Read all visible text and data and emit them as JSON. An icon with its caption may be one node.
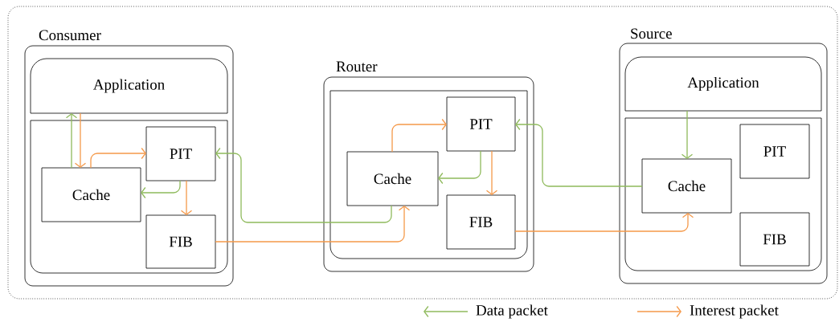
{
  "diagram": {
    "nodes": [
      {
        "text": [],
        "shape": "box"
      },
      {
        "text": [
          "Consumer"
        ],
        "in": 0
      },
      {
        "text": [
          "Application"
        ],
        "in": 1
      },
      {
        "text": [],
        "shape": "box",
        "in": 1
      },
      {
        "text": [
          "Cache"
        ],
        "in": 3
      },
      {
        "text": [
          "PIT"
        ],
        "in": 3
      },
      {
        "text": [
          "FIB"
        ],
        "in": 3
      },
      {
        "text": [
          "Router"
        ],
        "in": 0
      },
      {
        "text": [],
        "shape": "box",
        "in": 7
      },
      {
        "text": [
          "Cache"
        ],
        "in": 8
      },
      {
        "text": [
          "PIT"
        ],
        "in": 8
      },
      {
        "text": [
          "FIB"
        ],
        "in": 8
      },
      {
        "text": [
          "Source"
        ],
        "in": 0
      },
      {
        "text": [
          "Application"
        ],
        "in": 12
      },
      {
        "text": [],
        "shape": "box",
        "in": 12
      },
      {
        "text": [
          "Cache"
        ],
        "in": 14
      },
      {
        "text": [
          "PIT"
        ],
        "in": 14
      },
      {
        "text": [
          "FIB"
        ],
        "in": 14
      }
    ],
    "edges": [
      {
        "from": 4,
        "to": 2,
        "arrow": "to",
        "color": "#8fba5c"
      },
      {
        "from": 2,
        "to": 4,
        "arrow": "to",
        "color": "#f5994a"
      },
      {
        "from": 4,
        "to": 5,
        "arrow": "to",
        "color": "#f5994a"
      },
      {
        "from": 5,
        "to": 4,
        "arrow": "to",
        "color": "#8fba5c"
      },
      {
        "from": 5,
        "to": 6,
        "arrow": "to",
        "color": "#f5994a"
      },
      {
        "from": 9,
        "to": 5,
        "arrow": "to",
        "color": "#8fba5c"
      },
      {
        "from": 6,
        "to": 9,
        "arrow": "to",
        "color": "#f5994a"
      },
      {
        "from": 9,
        "to": 10,
        "arrow": "to",
        "color": "#f5994a"
      },
      {
        "from": 10,
        "to": 9,
        "arrow": "to",
        "color": "#8fba5c"
      },
      {
        "from": 10,
        "to": 11,
        "arrow": "to",
        "color": "#f5994a"
      },
      {
        "from": 15,
        "to": 10,
        "arrow": "to",
        "color": "#8fba5c"
      },
      {
        "from": 11,
        "to": 15,
        "arrow": "to",
        "color": "#f5994a"
      },
      {
        "from": 13,
        "to": 15,
        "arrow": "to",
        "color": "#8fba5c"
      }
    ],
    "legend": [
      {
        "text": "Data packet"
      },
      {
        "text": "Interest packet"
      }
    ]
  }
}
